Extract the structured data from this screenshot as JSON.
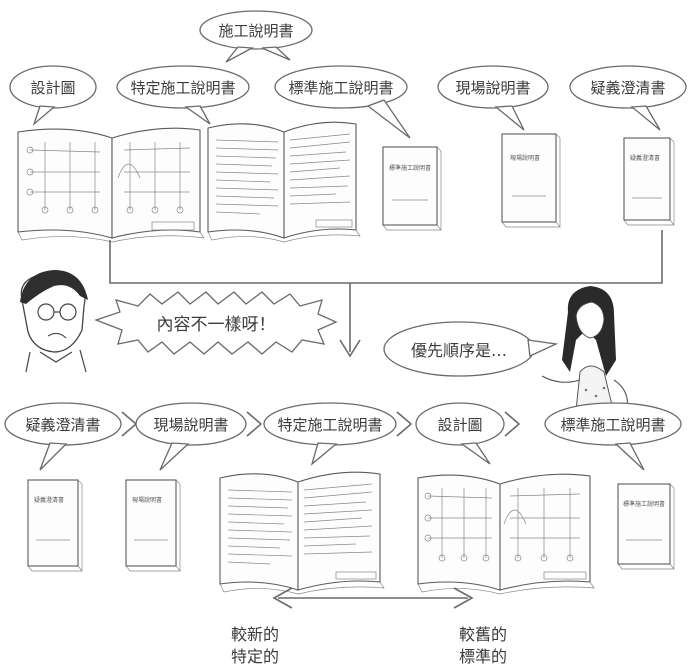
{
  "top_group": {
    "parent_label": "施工說明書",
    "items": [
      "設計圖",
      "特定施工說明書",
      "標準施工說明書",
      "現場說明書",
      "疑義澄清書"
    ]
  },
  "speech": {
    "man": "內容不一樣呀！",
    "woman": "優先順序是…"
  },
  "priority_order": [
    "疑義澄清書",
    "現場說明書",
    "特定施工說明書",
    "設計圖",
    "標準施工說明書"
  ],
  "cover_titles": {
    "standard_spec": "標準施工說明書",
    "site_spec": "現場說明書",
    "clarification": "疑義澄清書"
  },
  "scale": {
    "left_line1": "較新的",
    "left_line2": "特定的",
    "right_line1": "較舊的",
    "right_line2": "標準的"
  }
}
